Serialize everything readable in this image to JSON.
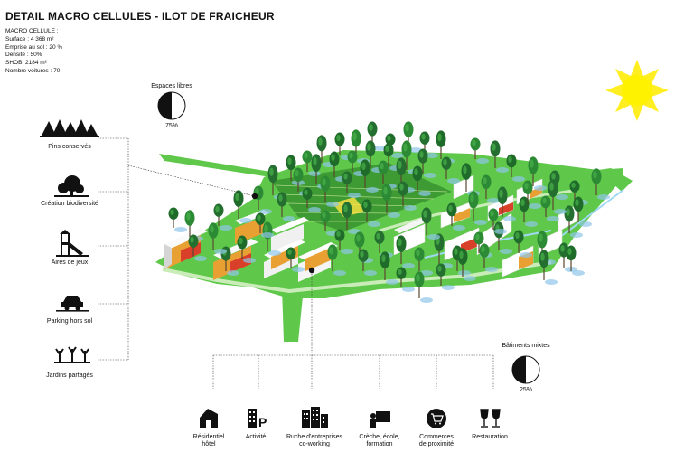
{
  "title": "DETAIL MACRO CELLULES - ILOT DE FRAICHEUR",
  "stats": [
    "MACRO CELLULE :",
    "Surface : 4 368 m²",
    "Emprise au sol : 20 %",
    "Densité : 50%",
    "SHOB: 2184 m²",
    "Nombre voitures : 70"
  ],
  "espaces_libres": {
    "label": "Espaces libres",
    "percent": "75%"
  },
  "batiments_mixtes": {
    "label": "Bâtiments mixtes",
    "percent": "25%"
  },
  "left_icons": [
    {
      "label": "Pins conservés",
      "icon": "pine-trees-icon"
    },
    {
      "label": "Création biodiversité",
      "icon": "tree-bush-icon"
    },
    {
      "label": "Aires de jeux",
      "icon": "playground-icon"
    },
    {
      "label": "Parking hors sol",
      "icon": "car-icon"
    },
    {
      "label": "Jardins partagés",
      "icon": "garden-icon"
    }
  ],
  "bottom_icons": [
    {
      "line1": "Résidentiel",
      "line2": "hôtel",
      "icon": "house-icon"
    },
    {
      "line1": "Activité,",
      "line2": "",
      "icon": "office-parking-icon"
    },
    {
      "line1": "Ruche d'entreprises",
      "line2": "co-working",
      "icon": "buildings-icon"
    },
    {
      "line1": "Crèche, école,",
      "line2": "formation",
      "icon": "teacher-board-icon"
    },
    {
      "line1": "Commerces",
      "line2": "de proximité",
      "icon": "shopping-cart-icon"
    },
    {
      "line1": "Restauration",
      "line2": "",
      "icon": "wine-glasses-icon"
    }
  ],
  "colors": {
    "grass": "#5fc84a",
    "path": "#c9ecb9",
    "facade_warm": "#e9a032",
    "facade_hot": "#d9402a",
    "sun": "#ffee22"
  }
}
